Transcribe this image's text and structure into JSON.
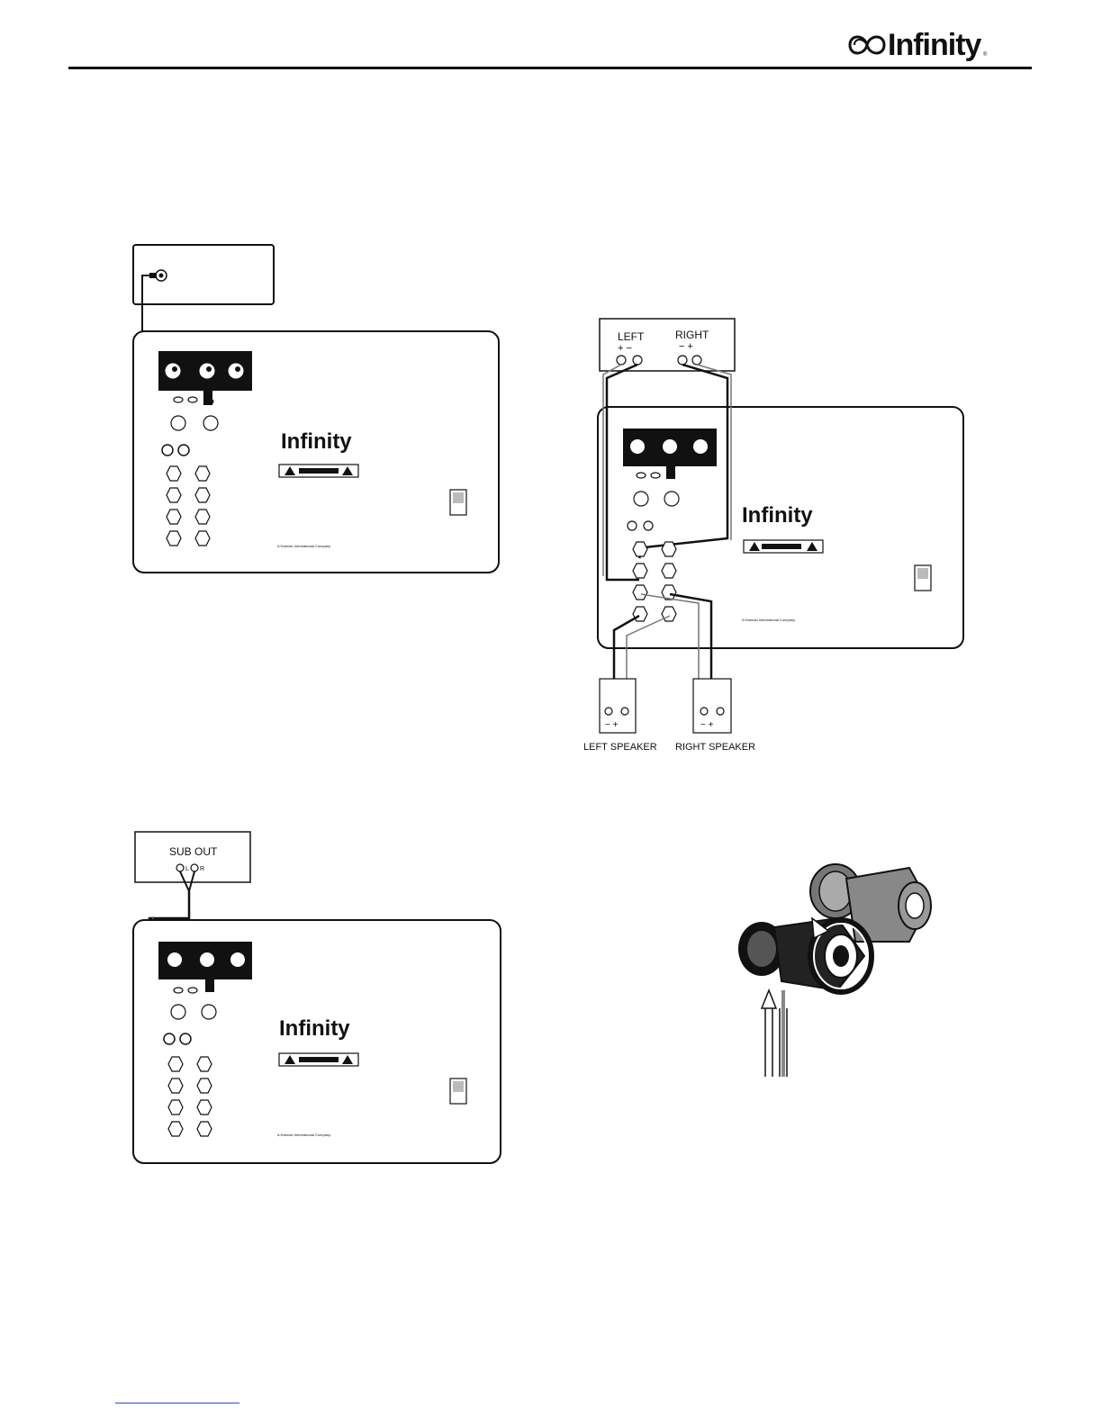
{
  "header": {
    "brand_text": "Infinity",
    "brand_tm": "®",
    "brand_icon": "infinity-swirl-logo"
  },
  "panel": {
    "logo_text": "Infinity",
    "warning_icon": "warning-triangle-icon",
    "footer_text": "A Harman International Company"
  },
  "figures": {
    "lfe": {},
    "sub_out": {
      "box_label": "SUB OUT",
      "jack_left": "L",
      "jack_right": "R"
    },
    "speaker_level": {
      "receiver_left": "LEFT",
      "receiver_right": "RIGHT",
      "left_polarity": "+ −",
      "right_polarity": "− +",
      "speaker_left_label": "LEFT SPEAKER",
      "speaker_right_label": "RIGHT SPEAKER",
      "speaker_polarity": "− +"
    },
    "binding_post": {}
  }
}
